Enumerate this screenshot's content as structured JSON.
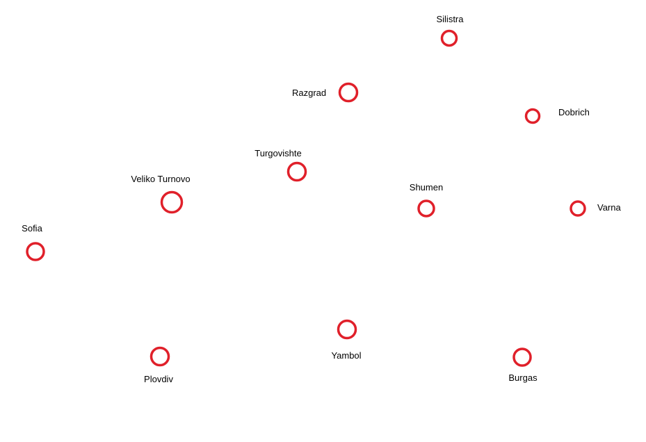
{
  "colors": {
    "ring": "#e0202a",
    "label": "#000000",
    "background": "#ffffff"
  },
  "cities": [
    {
      "id": "silistra",
      "name": "Silistra"
    },
    {
      "id": "razgrad",
      "name": "Razgrad"
    },
    {
      "id": "dobrich",
      "name": "Dobrich"
    },
    {
      "id": "turgovishte",
      "name": "Turgovishte"
    },
    {
      "id": "veliko-turnovo",
      "name": "Veliko Turnovo"
    },
    {
      "id": "shumen",
      "name": "Shumen"
    },
    {
      "id": "varna",
      "name": "Varna"
    },
    {
      "id": "sofia",
      "name": "Sofia"
    },
    {
      "id": "yambol",
      "name": "Yambol"
    },
    {
      "id": "plovdiv",
      "name": "Plovdiv"
    },
    {
      "id": "burgas",
      "name": "Burgas"
    }
  ]
}
